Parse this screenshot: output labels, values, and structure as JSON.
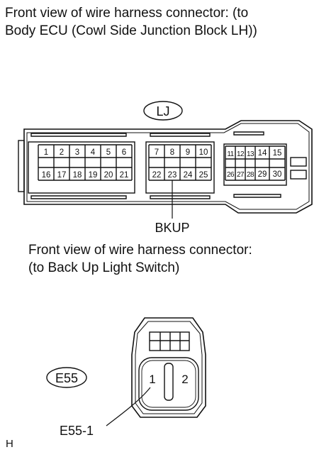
{
  "captions": {
    "body_ecu": "Front view of wire harness connector: (to\nBody ECU (Cowl Side Junction Block LH))",
    "back_up_switch": "Front view of wire harness connector:\n(to Back Up Light Switch)"
  },
  "connector_lj": {
    "code": "LJ",
    "terminal_label": "BKUP",
    "pins": [
      "1",
      "2",
      "3",
      "4",
      "5",
      "6",
      "7",
      "8",
      "9",
      "10",
      "11",
      "12",
      "13",
      "14",
      "15",
      "16",
      "17",
      "18",
      "19",
      "20",
      "21",
      "22",
      "23",
      "24",
      "25",
      "26",
      "27",
      "28",
      "29",
      "30"
    ]
  },
  "connector_e55": {
    "code": "E55",
    "terminal_label": "E55-1",
    "pins": [
      "1",
      "2"
    ]
  },
  "corner_mark": "H"
}
